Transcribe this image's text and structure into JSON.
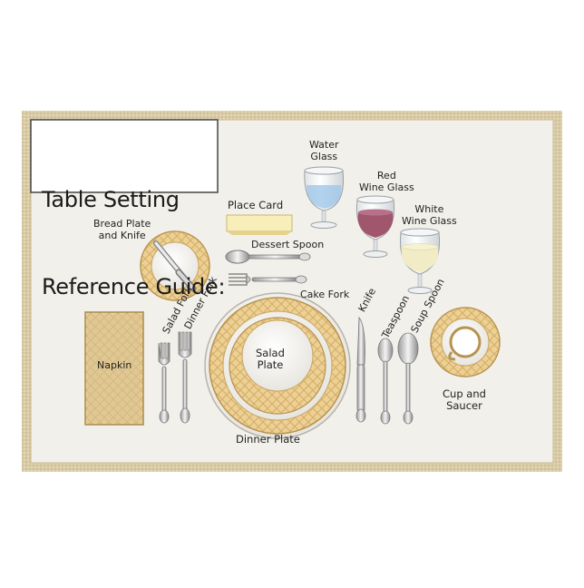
{
  "title": {
    "line1": "Table Setting",
    "line2": "Reference Guide:"
  },
  "labels": {
    "water_glass": "Water\nGlass",
    "red_wine_glass": "Red\nWine Glass",
    "white_wine_glass": "White\nWine Glass",
    "place_card": "Place Card",
    "bread_plate": "Bread Plate\nand Knife",
    "dessert_spoon": "Dessert Spoon",
    "cake_fork": "Cake Fork",
    "salad_fork": "Salad Fork",
    "dinner_fork": "Dinner Fork",
    "knife": "Knife",
    "teaspoon": "Teaspoon",
    "soup_spoon": "Soup Spoon",
    "napkin": "Napkin",
    "salad_plate": "Salad\nPlate",
    "dinner_plate": "Dinner Plate",
    "cup_and_saucer": "Cup and\nSaucer"
  },
  "colors": {
    "placemat": "#f2f0ea",
    "border": "#d8cba6",
    "gold": "#e8c98a",
    "gold_dark": "#c9a45e",
    "napkin": "#d9c49a",
    "red_wine": "#a0576e",
    "white_wine": "#f1ecc6",
    "water": "#9fc7e8"
  }
}
